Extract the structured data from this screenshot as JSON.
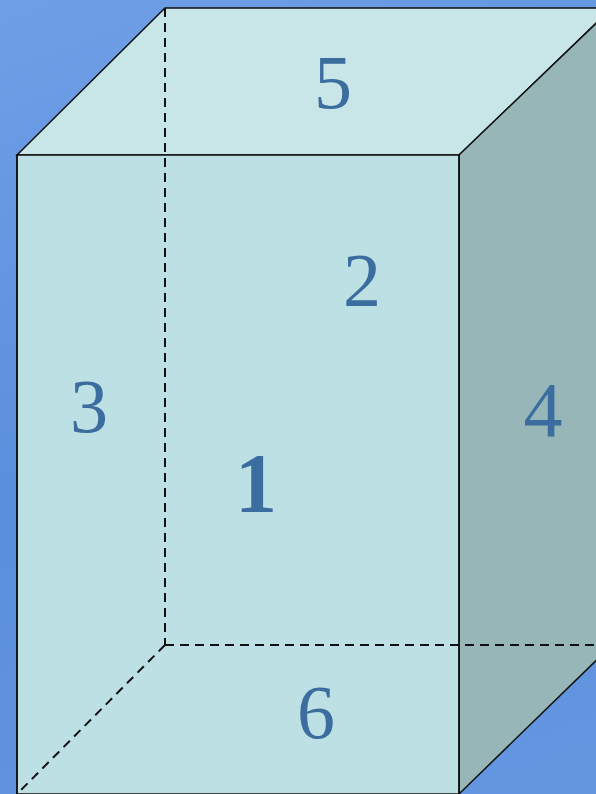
{
  "diagram": {
    "labels": [
      "5",
      "2",
      "3",
      "1",
      "4",
      "6"
    ]
  }
}
